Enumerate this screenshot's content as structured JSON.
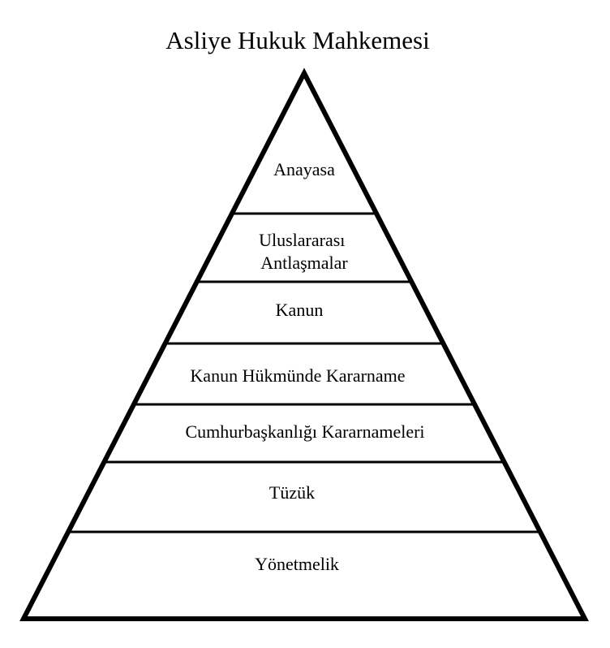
{
  "title": "Asliye Hukuk Mahkemesi",
  "tiers": [
    {
      "lines": [
        "Anayasa"
      ]
    },
    {
      "lines": [
        "Uluslararası",
        "Antlaşmalar"
      ]
    },
    {
      "lines": [
        "Kanun"
      ]
    },
    {
      "lines": [
        "Kanun Hükmünde Kararname"
      ]
    },
    {
      "lines": [
        "Cumhurbaşkanlığı Kararnameleri"
      ]
    },
    {
      "lines": [
        "Tüzük"
      ]
    },
    {
      "lines": [
        "Yönetmelik"
      ]
    }
  ],
  "colors": {
    "stroke": "#000000",
    "fill": "#ffffff",
    "text": "#000000"
  }
}
